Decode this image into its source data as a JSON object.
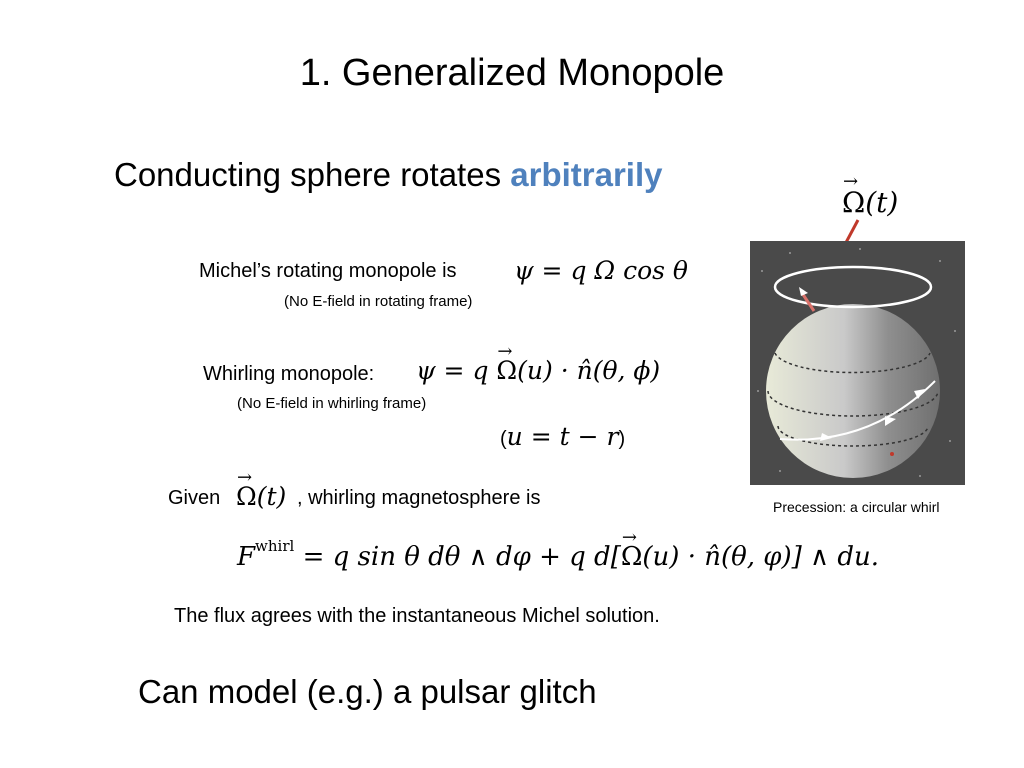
{
  "slide": {
    "title": "1. Generalized Monopole",
    "subtitle_prefix": "Conducting sphere rotates ",
    "subtitle_highlight": "arbitrarily",
    "michel_label": "Michel’s rotating monopole is",
    "michel_note": "(No E-field in rotating frame)",
    "whirling_label": "Whirling monopole:",
    "whirling_note": "(No E-field in whirling frame)",
    "paren_open": "(",
    "paren_close": ")",
    "given_label": "Given",
    "given_suffix": ", whirling magnetosphere is",
    "flux_note": "The flux agrees with the instantaneous Michel solution.",
    "bottom_text": "Can model (e.g.) a pulsar glitch",
    "figure_caption": "Precession: a circular whirl"
  },
  "equations": {
    "michel": "ψ = q Ω cos θ",
    "whirling_lhs": "ψ = q ",
    "omega": "Ω",
    "whirling_rhs": "(u) · n̂(θ, ϕ)",
    "u_def": "u = t − r",
    "omega_t": "(t)",
    "field_F": "F",
    "field_sup": "whirl",
    "field_part1": " = q sin θ dθ ∧ dφ + q d[",
    "field_part2": "(u) · n̂(θ, φ)] ∧ du."
  },
  "colors": {
    "highlight": "#4f81bd",
    "arrow": "#c0392b",
    "figure_bg": "#4a4a4a"
  }
}
